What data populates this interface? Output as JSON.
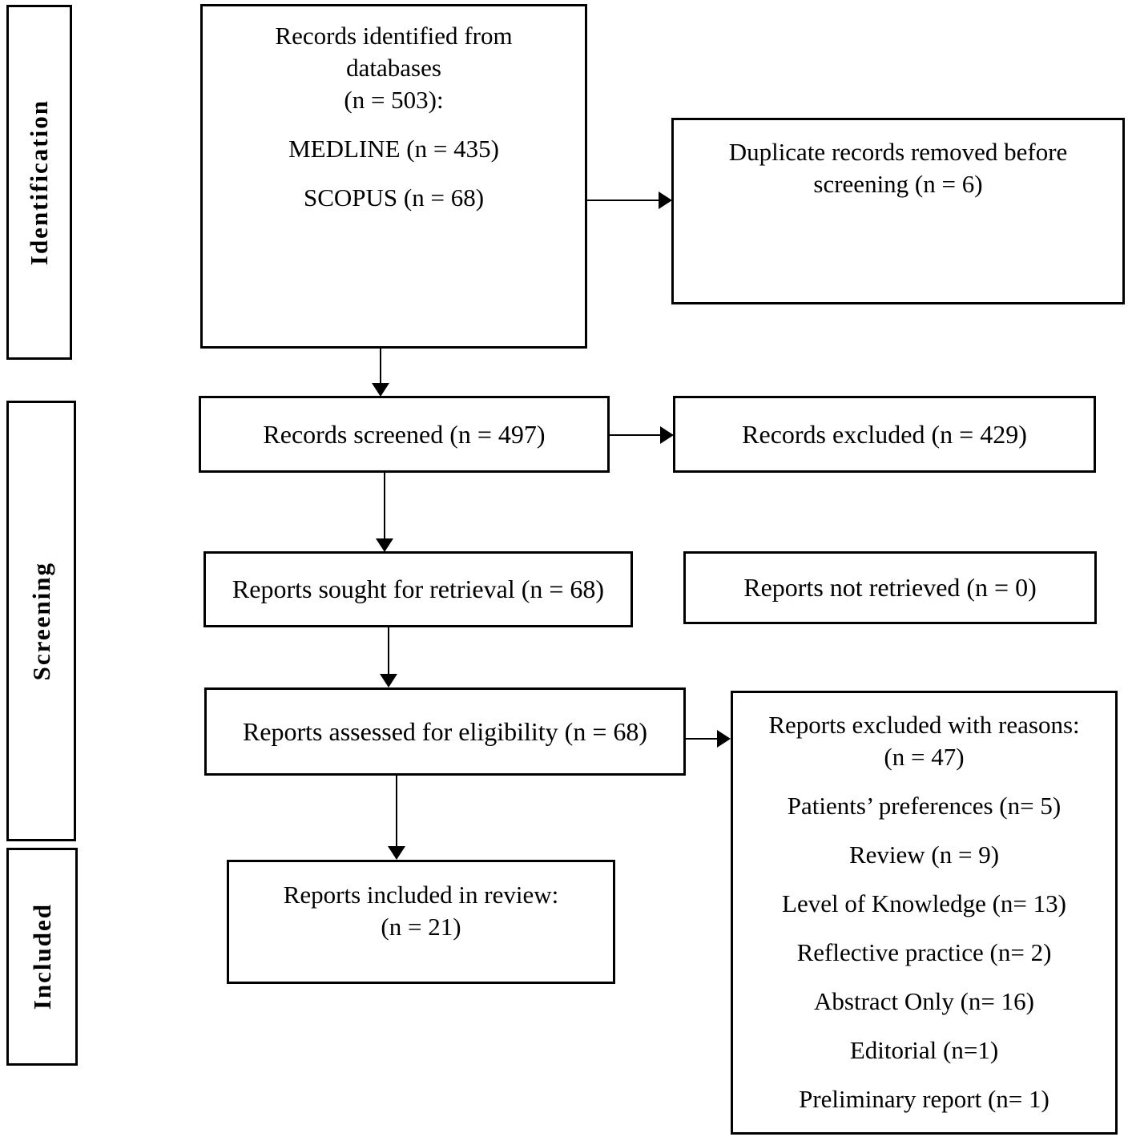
{
  "stages": [
    {
      "label": "Identification"
    },
    {
      "label": "Screening"
    },
    {
      "label": "Included"
    }
  ],
  "boxes": {
    "identified": {
      "lines": [
        "Records identified from",
        "databases",
        "(n = 503):",
        "",
        "MEDLINE (n = 435)",
        "",
        "SCOPUS (n = 68)"
      ]
    },
    "duplicates": {
      "lines": [
        "Duplicate records removed before",
        "screening (n = 6)"
      ]
    },
    "screened": {
      "text": "Records screened (n = 497)"
    },
    "records_excluded": {
      "text": "Records excluded (n = 429)"
    },
    "sought": {
      "text": "Reports sought for retrieval (n = 68)"
    },
    "not_retrieved": {
      "text": "Reports not retrieved (n = 0)"
    },
    "assessed": {
      "text": "Reports assessed for eligibility (n = 68)"
    },
    "excluded_reasons": {
      "lines": [
        "Reports excluded with reasons:",
        "(n = 47)",
        "",
        "Patients’ preferences (n= 5)",
        "",
        "Review (n = 9)",
        "",
        "Level of Knowledge (n= 13)",
        "",
        "Reflective practice (n= 2)",
        "",
        "Abstract Only (n= 16)",
        "",
        "Editorial (n=1)",
        "",
        "Preliminary report (n= 1)"
      ]
    },
    "included_review": {
      "lines": [
        "Reports included in review:",
        "(n = 21)"
      ]
    }
  },
  "colors": {
    "line": "#000000",
    "text": "#000000",
    "background": "#ffffff"
  }
}
